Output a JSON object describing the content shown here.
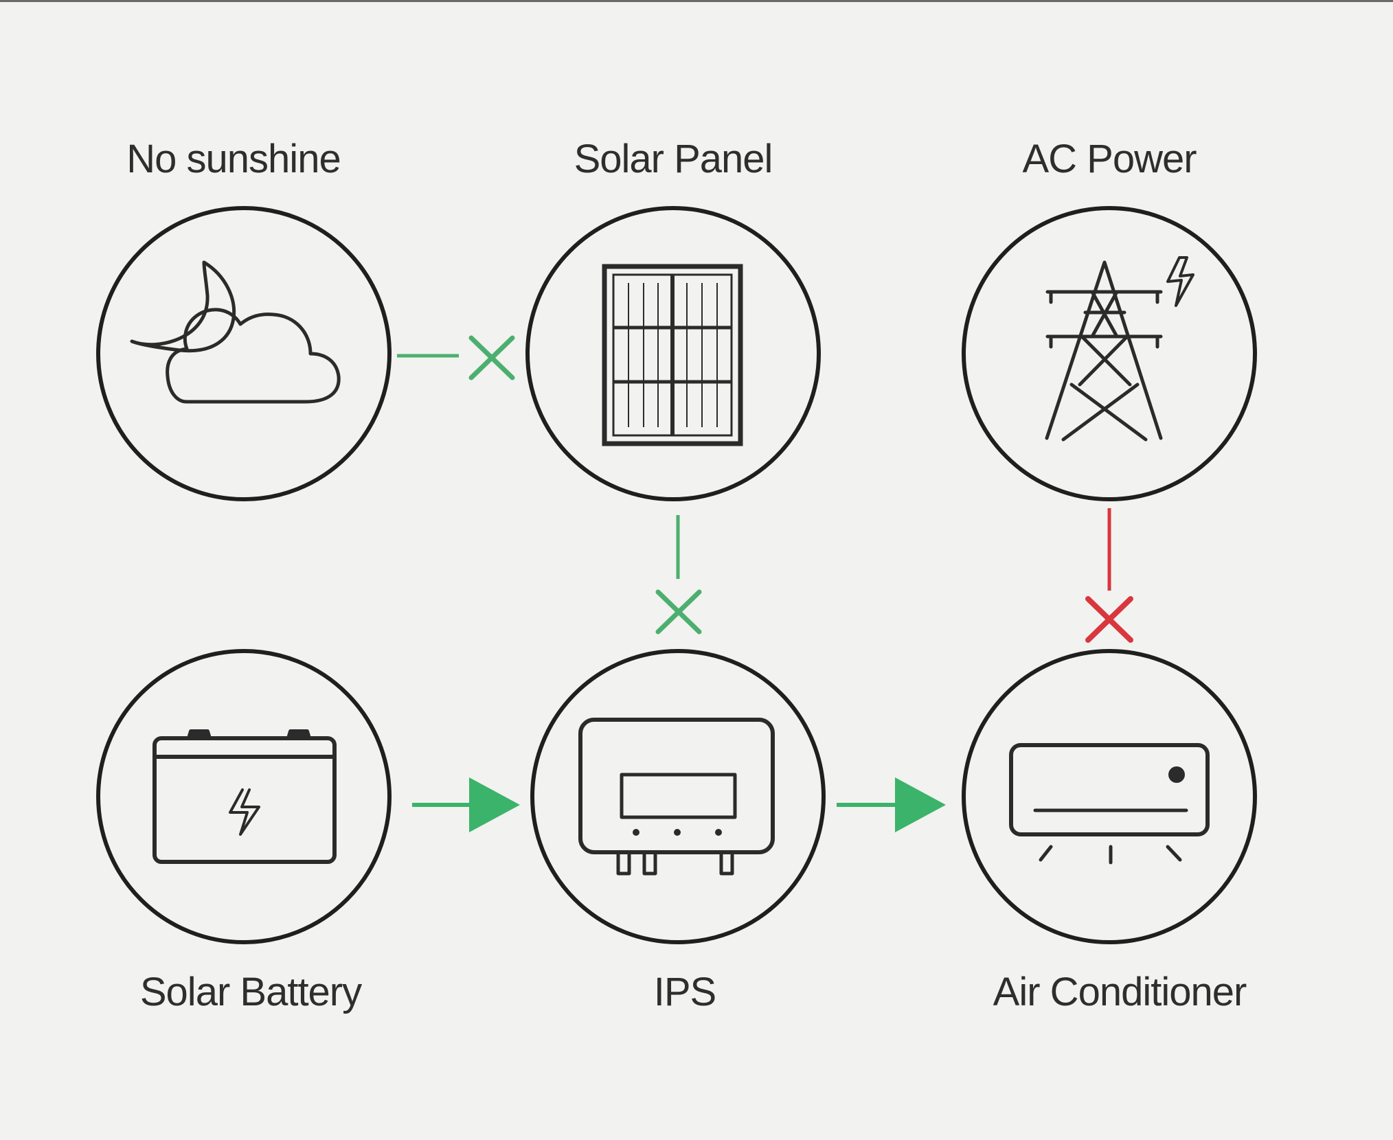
{
  "nodes": {
    "no_sunshine": {
      "label": "No sunshine",
      "icon": "moon-cloud-icon"
    },
    "solar_panel": {
      "label": "Solar Panel",
      "icon": "solar-panel-icon"
    },
    "ac_power": {
      "label": "AC Power",
      "icon": "power-tower-icon"
    },
    "solar_battery": {
      "label": "Solar Battery",
      "icon": "battery-icon"
    },
    "ips": {
      "label": "IPS",
      "icon": "inverter-icon"
    },
    "air_conditioner": {
      "label": "Air Conditioner",
      "icon": "air-conditioner-icon"
    }
  },
  "connections": [
    {
      "from": "No sunshine",
      "to": "Solar Panel",
      "status": "blocked",
      "color": "#4caf6e"
    },
    {
      "from": "Solar Panel",
      "to": "IPS",
      "status": "blocked",
      "color": "#4caf6e"
    },
    {
      "from": "AC Power",
      "to": "Air Conditioner",
      "status": "blocked",
      "color": "#d9363e"
    },
    {
      "from": "Solar Battery",
      "to": "IPS",
      "status": "flow",
      "color": "#3bb36a"
    },
    {
      "from": "IPS",
      "to": "Air Conditioner",
      "status": "flow",
      "color": "#3bb36a"
    }
  ],
  "colors": {
    "outline": "#1f1f1f",
    "icon_stroke": "#2b2b2b",
    "green": "#3bb36a",
    "red": "#d9363e",
    "background": "#f2f2f0"
  }
}
